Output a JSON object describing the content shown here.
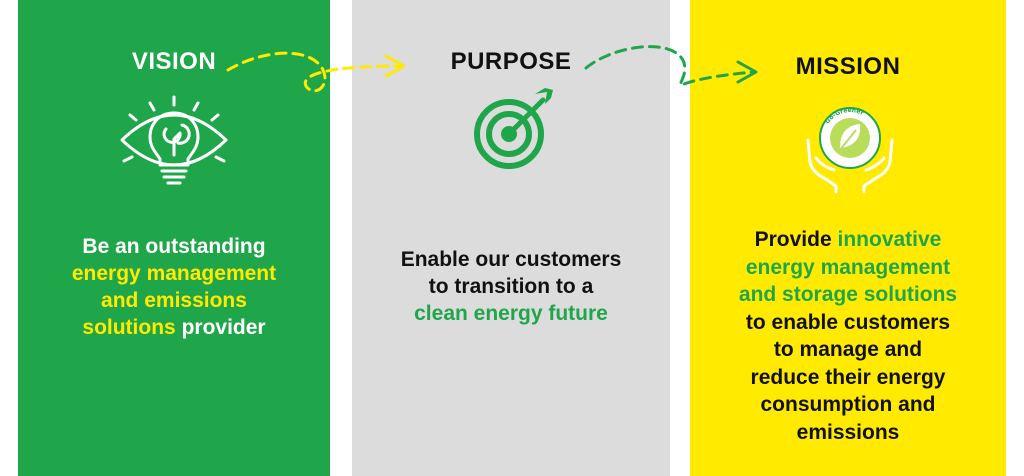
{
  "vision": {
    "title": "VISION",
    "line1": "Be an outstanding",
    "highlight_line2": "energy management",
    "highlight_line3": "and emissions",
    "highlight_line4a": "solutions",
    "line4b": " provider"
  },
  "purpose": {
    "title": "PURPOSE",
    "line1": "Enable our customers",
    "line2": "to transition to a",
    "highlight_line3": "clean energy future"
  },
  "mission": {
    "title": "MISSION",
    "line1a": "Provide ",
    "highlight_line1b": "innovative",
    "highlight_line2": "energy management",
    "highlight_line3": "and storage solutions",
    "line4": "to enable customers",
    "line5": "to manage and",
    "line6": "reduce their energy",
    "line7": "consumption and",
    "line8": "emissions",
    "badge_text": "Go-Greener"
  },
  "colors": {
    "green": "#1fa64a",
    "grey": "#dcdcdc",
    "yellow": "#ffea00"
  },
  "icons": {
    "vision": "lightbulb-eye-icon",
    "purpose": "target-arrow-icon",
    "mission": "hands-leaf-icon",
    "connector1": "dashed-arrow-icon",
    "connector2": "dashed-arrow-icon"
  }
}
